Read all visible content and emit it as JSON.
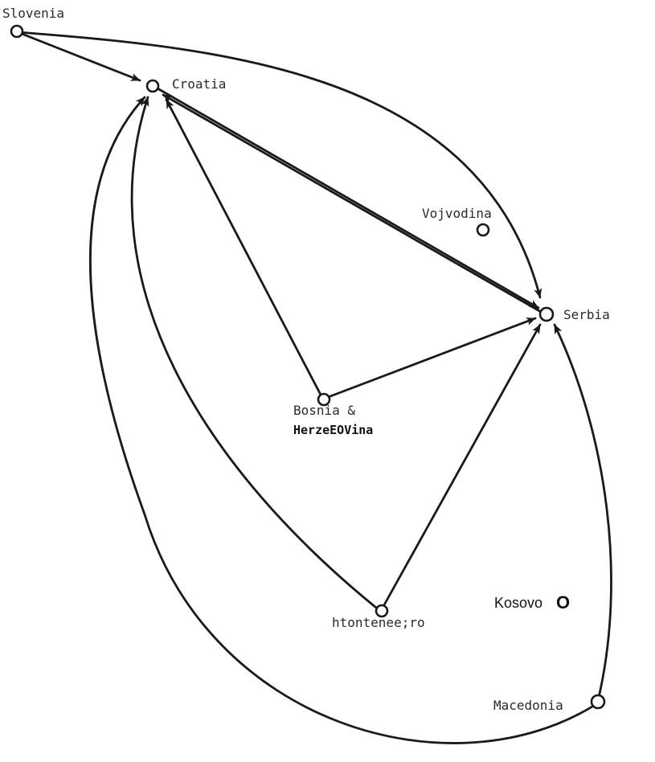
{
  "diagram": {
    "type": "directed-graph",
    "stroke_color": "#1a1a1a",
    "background": "#ffffff",
    "labels": {
      "slovenia": "Slovenia",
      "croatia": "Croatia",
      "vojvodina": "Vojvodina",
      "serbia": "Serbia",
      "bosnia_line1": "Bosnia &",
      "bosnia_line2": "HerzeEOVina",
      "montenegro": "htontenee;ro",
      "kosovo": "Kosovo",
      "kosovo_marker": "O",
      "macedonia": "Macedonia"
    },
    "edges": [
      {
        "from": "Slovenia",
        "to": "Croatia"
      },
      {
        "from": "Slovenia",
        "to": "Serbia"
      },
      {
        "from": "Croatia",
        "to": "Serbia"
      },
      {
        "from": "Serbia",
        "to": "Croatia"
      },
      {
        "from": "Bosnia & HerzeEOVina",
        "to": "Croatia"
      },
      {
        "from": "Bosnia & HerzeEOVina",
        "to": "Serbia"
      },
      {
        "from": "htontenee;ro",
        "to": "Croatia"
      },
      {
        "from": "htontenee;ro",
        "to": "Serbia"
      },
      {
        "from": "Macedonia",
        "to": "Croatia"
      },
      {
        "from": "Macedonia",
        "to": "Serbia"
      }
    ]
  }
}
